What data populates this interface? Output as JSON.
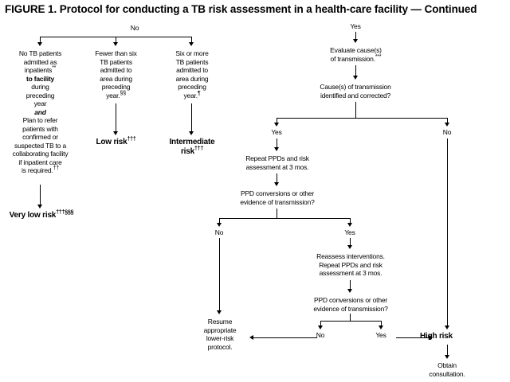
{
  "figure": {
    "title": "FIGURE 1. Protocol for conducting a TB risk assessment in a health-care facility — Continued"
  },
  "branch_labels": {
    "top_no": "No",
    "top_yes": "Yes",
    "cause_yes": "Yes",
    "cause_no": "No",
    "conv1_no": "No",
    "conv1_yes": "Yes",
    "conv2_no": "No",
    "conv2_yes": "Yes"
  },
  "left_branch": {
    "criteria_line1": "No TB patients",
    "criteria_line2": "admitted as",
    "criteria_line3": "inpatients",
    "criteria_line3_sup": "**",
    "criteria_line4": "to facility",
    "criteria_line5": "during",
    "criteria_line6": "preceding",
    "criteria_line7": "year",
    "criteria_line8": "and",
    "criteria_line9": "Plan to refer",
    "criteria_line10": "patients with",
    "criteria_line11": "confirmed or",
    "criteria_line12": "suspected TB to a",
    "criteria_line13": "collaborating facility",
    "criteria_line14": "if inpatient care",
    "criteria_line15": "is required.",
    "criteria_line15_sup": "††",
    "outcome": "Very low risk",
    "outcome_sup": "†††§§§"
  },
  "middle_branch": {
    "criteria_line1": "Fewer than six",
    "criteria_line2": "TB patients",
    "criteria_line3": "admitted to",
    "criteria_line4": "area during",
    "criteria_line5": "preceding",
    "criteria_line6": "year.",
    "criteria_line6_sup": "§§",
    "outcome": "Low risk",
    "outcome_sup": "†††"
  },
  "right_of_middle_branch": {
    "criteria_line1": "Six or more",
    "criteria_line2": "TB patients",
    "criteria_line3": "admitted to",
    "criteria_line4": "area during",
    "criteria_line5": "preceding",
    "criteria_line6": "year.",
    "criteria_line6_sup": "¶",
    "outcome_line1": "Intermediate",
    "outcome_line2": "risk",
    "outcome_sup": "†††"
  },
  "right_branch": {
    "evaluate_line1": "Evaluate cause(s)",
    "evaluate_line2": "of transmission.",
    "evaluate_sup": "***",
    "cause_q_line1": "Cause(s) of transmission",
    "cause_q_line2": "identified and corrected?",
    "repeat1_line1": "Repeat PPDs and risk",
    "repeat1_line2": "assessment at 3 mos.",
    "conv_q1_line1": "PPD conversions or other",
    "conv_q1_line2": "evidence of transmission?",
    "reassess_line1": "Reassess interventions.",
    "reassess_line2": "Repeat PPDs and risk",
    "reassess_line3": "assessment at 3 mos.",
    "conv_q2_line1": "PPD conversions or other",
    "conv_q2_line2": "evidence of transmission?",
    "resume_line1": "Resume",
    "resume_line2": "appropriate",
    "resume_line3": "lower-risk",
    "resume_line4": "protocol.",
    "high_risk": "High risk",
    "obtain_line1": "Obtain",
    "obtain_line2": "consultation."
  },
  "colors": {
    "ink": "#000000",
    "paper": "#ffffff"
  }
}
